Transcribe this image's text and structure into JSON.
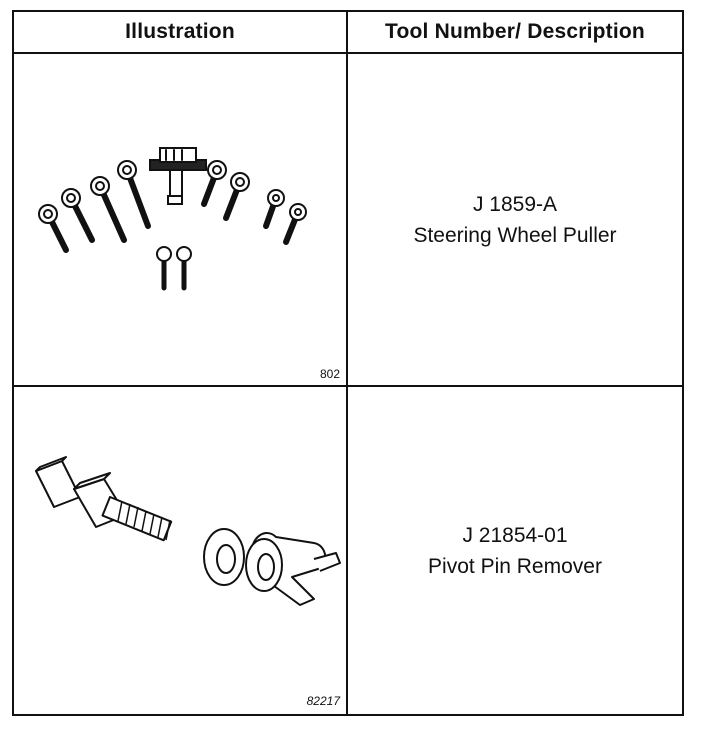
{
  "table": {
    "headers": {
      "illustration": "Illustration",
      "tool": "Tool Number/ Description"
    },
    "rows": [
      {
        "tool_number": "J 1859-A",
        "description": "Steering Wheel Puller",
        "figure_number": "802",
        "illustration_icon": "steering-wheel-puller-icon"
      },
      {
        "tool_number": "J 21854-01",
        "description": "Pivot Pin Remover",
        "figure_number": "82217",
        "illustration_icon": "pivot-pin-remover-icon"
      }
    ]
  }
}
